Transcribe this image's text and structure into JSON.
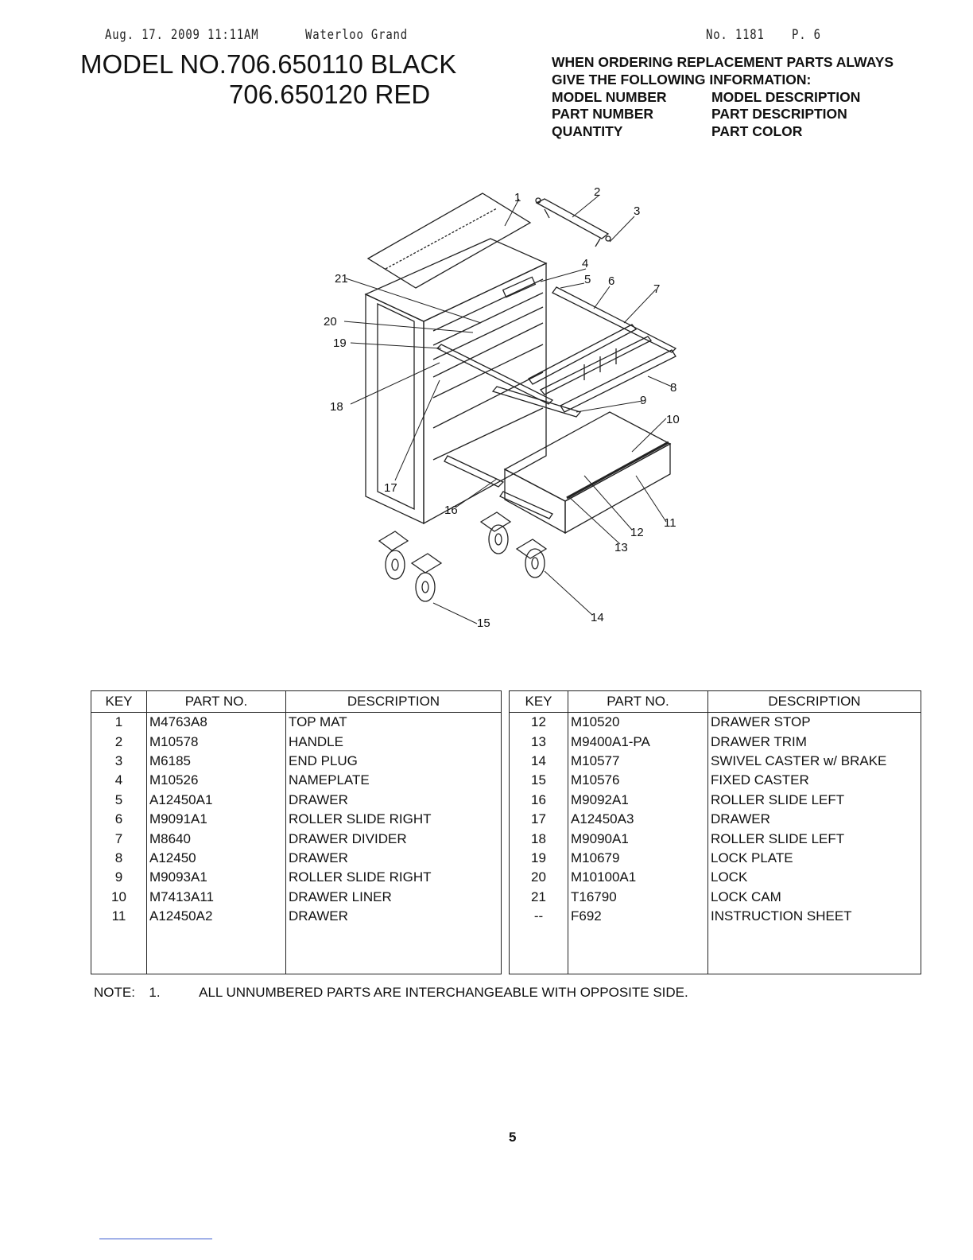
{
  "fax_header": {
    "date_time": "Aug. 17. 2009 11:11AM",
    "sender": "Waterloo Grand",
    "fax_number": "No. 1181",
    "page": "P. 6"
  },
  "model": {
    "line1": "MODEL NO.706.650110 BLACK",
    "line2": "706.650120 RED"
  },
  "ordering_info": {
    "line1": "WHEN ORDERING REPLACEMENT PARTS ALWAYS",
    "line2": "GIVE THE FOLLOWING INFORMATION:",
    "col1": [
      "MODEL NUMBER",
      "PART NUMBER",
      "QUANTITY"
    ],
    "col2": [
      "MODEL DESCRIPTION",
      "PART DESCRIPTION",
      "PART COLOR"
    ]
  },
  "diagram": {
    "callouts": [
      "1",
      "2",
      "3",
      "4",
      "5",
      "6",
      "7",
      "8",
      "9",
      "10",
      "11",
      "12",
      "13",
      "14",
      "15",
      "16",
      "17",
      "18",
      "19",
      "20",
      "21"
    ]
  },
  "table": {
    "headers": [
      "KEY",
      "PART NO.",
      "DESCRIPTION"
    ],
    "left_rows": [
      {
        "key": "1",
        "part": "M4763A8",
        "desc": "TOP MAT"
      },
      {
        "key": "2",
        "part": "M10578",
        "desc": "HANDLE"
      },
      {
        "key": "3",
        "part": "M6185",
        "desc": "END PLUG"
      },
      {
        "key": "4",
        "part": "M10526",
        "desc": "NAMEPLATE"
      },
      {
        "key": "5",
        "part": "A12450A1",
        "desc": "DRAWER"
      },
      {
        "key": "6",
        "part": "M9091A1",
        "desc": "ROLLER SLIDE RIGHT"
      },
      {
        "key": "7",
        "part": "M8640",
        "desc": "DRAWER DIVIDER"
      },
      {
        "key": "8",
        "part": "A12450",
        "desc": "DRAWER"
      },
      {
        "key": "9",
        "part": "M9093A1",
        "desc": "ROLLER SLIDE RIGHT"
      },
      {
        "key": "10",
        "part": "M7413A11",
        "desc": "DRAWER LINER"
      },
      {
        "key": "11",
        "part": "A12450A2",
        "desc": "DRAWER"
      }
    ],
    "right_rows": [
      {
        "key": "12",
        "part": "M10520",
        "desc": "DRAWER STOP"
      },
      {
        "key": "13",
        "part": "M9400A1-PA",
        "desc": "DRAWER TRIM"
      },
      {
        "key": "14",
        "part": "M10577",
        "desc": "SWIVEL CASTER w/ BRAKE"
      },
      {
        "key": "15",
        "part": "M10576",
        "desc": "FIXED CASTER"
      },
      {
        "key": "16",
        "part": "M9092A1",
        "desc": "ROLLER SLIDE LEFT"
      },
      {
        "key": "17",
        "part": "A12450A3",
        "desc": "DRAWER"
      },
      {
        "key": "18",
        "part": "M9090A1",
        "desc": "ROLLER SLIDE LEFT"
      },
      {
        "key": "19",
        "part": "M10679",
        "desc": "LOCK PLATE"
      },
      {
        "key": "20",
        "part": "M10100A1",
        "desc": "LOCK"
      },
      {
        "key": "21",
        "part": "T16790",
        "desc": "LOCK CAM"
      },
      {
        "key": "--",
        "part": "F692",
        "desc": "INSTRUCTION SHEET"
      }
    ]
  },
  "note": {
    "label": "NOTE:",
    "number": "1.",
    "text": "ALL UNNUMBERED PARTS ARE INTERCHANGEABLE WITH OPPOSITE SIDE."
  },
  "page_number": "5"
}
